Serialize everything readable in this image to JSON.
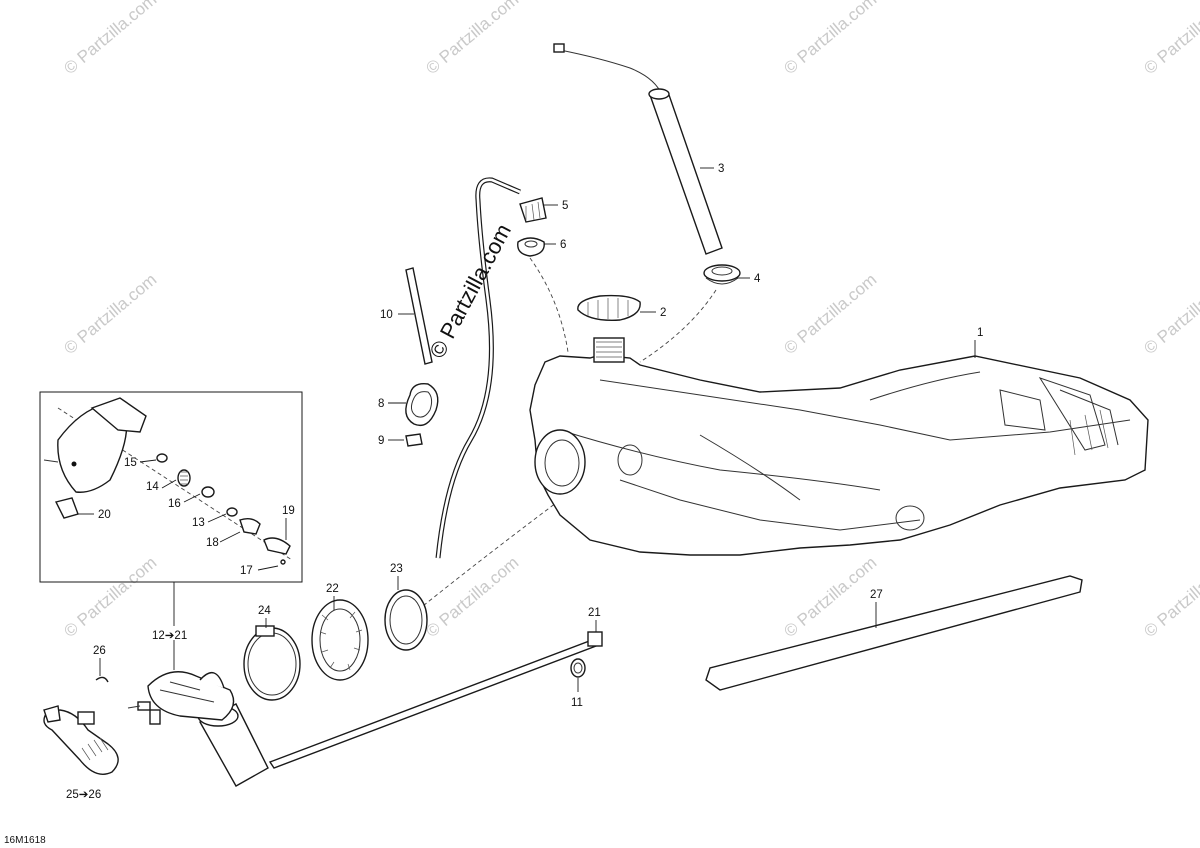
{
  "callouts": {
    "c1": "1",
    "c2": "2",
    "c3": "3",
    "c4": "4",
    "c5": "5",
    "c6": "6",
    "c8": "8",
    "c9": "9",
    "c10": "10",
    "c11": "11",
    "c12_21": "12➔21",
    "c13": "13",
    "c14": "14",
    "c15": "15",
    "c16": "16",
    "c17": "17",
    "c18": "18",
    "c19": "19",
    "c20": "20",
    "c21": "21",
    "c22": "22",
    "c23": "23",
    "c24": "24",
    "c25_26": "25➔26",
    "c26": "26",
    "c27": "27"
  },
  "watermark": {
    "main": "© Partzilla.com",
    "repeat": "© Partzilla.com"
  },
  "drawing_code": "16M1618"
}
